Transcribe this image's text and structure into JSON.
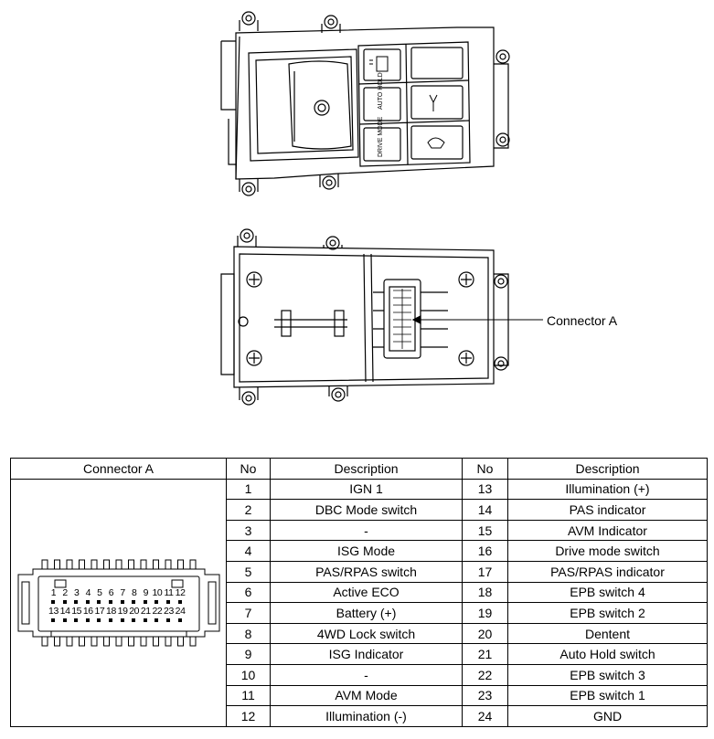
{
  "callout_label": "Connector A",
  "table": {
    "headers": [
      "Connector A",
      "No",
      "Description",
      "No",
      "Description"
    ],
    "rows": [
      {
        "no1": "1",
        "desc1": "IGN 1",
        "no2": "13",
        "desc2": "Illumination (+)"
      },
      {
        "no1": "2",
        "desc1": "DBC Mode switch",
        "no2": "14",
        "desc2": "PAS indicator"
      },
      {
        "no1": "3",
        "desc1": "-",
        "no2": "15",
        "desc2": "AVM Indicator"
      },
      {
        "no1": "4",
        "desc1": "ISG Mode",
        "no2": "16",
        "desc2": "Drive mode switch"
      },
      {
        "no1": "5",
        "desc1": "PAS/RPAS switch",
        "no2": "17",
        "desc2": "PAS/RPAS indicator"
      },
      {
        "no1": "6",
        "desc1": "Active ECO",
        "no2": "18",
        "desc2": "EPB switch 4"
      },
      {
        "no1": "7",
        "desc1": "Battery (+)",
        "no2": "19",
        "desc2": "EPB switch 2"
      },
      {
        "no1": "8",
        "desc1": "4WD Lock switch",
        "no2": "20",
        "desc2": "Dentent"
      },
      {
        "no1": "9",
        "desc1": "ISG Indicator",
        "no2": "21",
        "desc2": "Auto Hold switch"
      },
      {
        "no1": "10",
        "desc1": "-",
        "no2": "22",
        "desc2": "EPB switch 3"
      },
      {
        "no1": "11",
        "desc1": "AVM Mode",
        "no2": "23",
        "desc2": "EPB switch 1"
      },
      {
        "no1": "12",
        "desc1": "Illumination (-)",
        "no2": "24",
        "desc2": "GND"
      }
    ]
  },
  "connector": {
    "top_pins": [
      "1",
      "2",
      "3",
      "4",
      "5",
      "6",
      "7",
      "8",
      "9",
      "10",
      "11",
      "12"
    ],
    "bottom_pins": [
      "13",
      "14",
      "15",
      "16",
      "17",
      "18",
      "19",
      "20",
      "21",
      "22",
      "23",
      "24"
    ]
  },
  "switch_labels": {
    "auto_hold": "AUTO HOLD",
    "drive_mode": "DRIVE MODE"
  }
}
